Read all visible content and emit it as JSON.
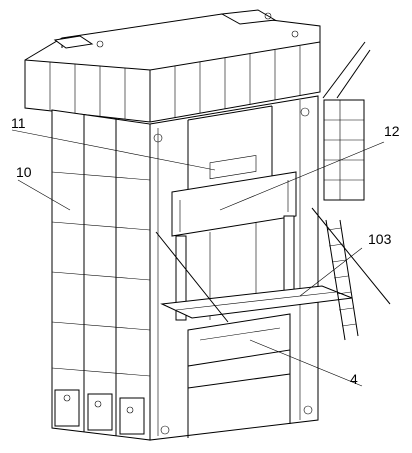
{
  "labels": {
    "l11": "11",
    "l12": "12",
    "l10": "10",
    "l103": "103",
    "l4": "4"
  }
}
